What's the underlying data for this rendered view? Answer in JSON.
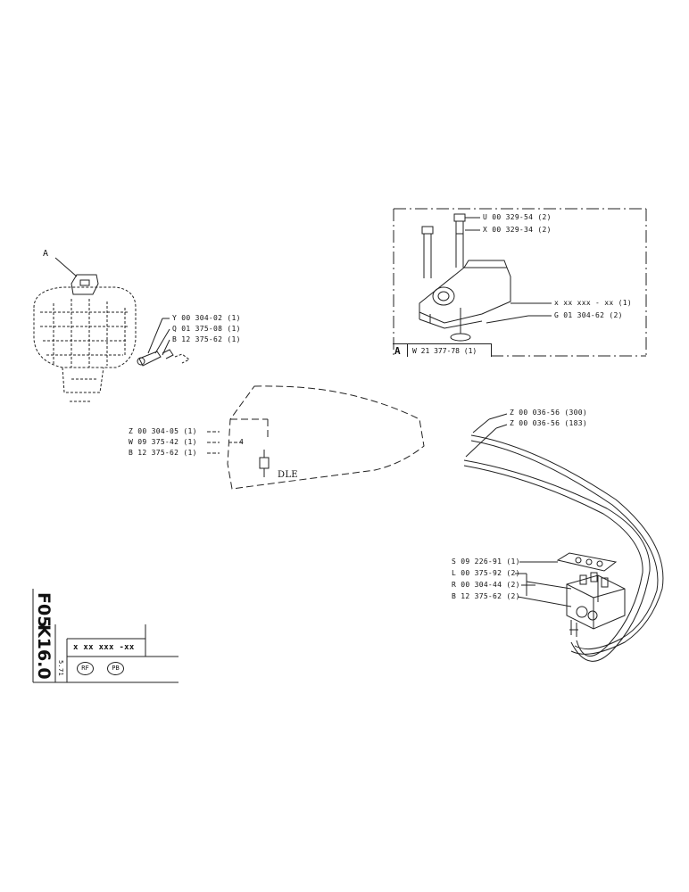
{
  "sheet": {
    "code_vertical_1": "F05",
    "code_vertical_2": "K16.0",
    "small_code": "5.71",
    "assembly_placeholder": "x xx xxx -xx",
    "language_stamps": [
      "RF",
      "PB"
    ]
  },
  "detail_a": {
    "callout": "A",
    "box_tag": "A",
    "box_code": "W 21 377-78 (1)",
    "parts": [
      "U 00 329-54 (2)",
      "X 00 329-34 (2)",
      "x xx xxx - xx (1)",
      "G 01 304-62 (2)"
    ]
  },
  "left_group": {
    "callout": "A",
    "parts": [
      "Y 00 304-02 (1)",
      "Q 01 375-08 (1)",
      "B 12 375-62 (1)"
    ]
  },
  "middle_group": {
    "parts": [
      "Z 00 304-05 (1)",
      "W 09 375-42 (1)",
      "B 12 375-62 (1)"
    ],
    "item_number": "4",
    "marking": "DLE"
  },
  "hose_group": {
    "parts": [
      "Z 00 036-56 (300)",
      "Z 00 036-56 (183)"
    ]
  },
  "valve_group": {
    "parts": [
      "S 09 226-91 (1)",
      "L 00 375-92 (2)",
      "R 00 304-44 (2)",
      "B 12 375-62 (2)"
    ]
  }
}
